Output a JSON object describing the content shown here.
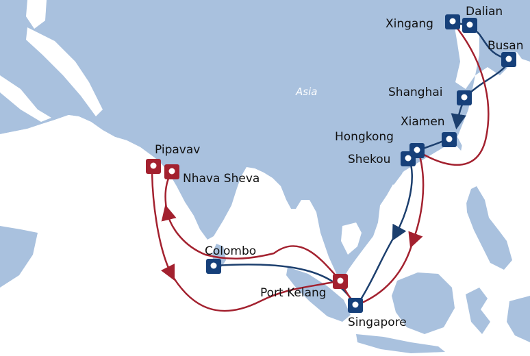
{
  "map": {
    "region_label": "Asia",
    "colors": {
      "sea": "#ffffff",
      "land": "#a9c1de",
      "route_blue": "#1c3f6e",
      "route_red": "#a3212f",
      "port_blue": "#16407a",
      "port_red": "#a3212f"
    },
    "ports": [
      {
        "name": "Xingang",
        "color": "blue"
      },
      {
        "name": "Dalian",
        "color": "blue"
      },
      {
        "name": "Busan",
        "color": "blue"
      },
      {
        "name": "Shanghai",
        "color": "blue"
      },
      {
        "name": "Xiamen",
        "color": "blue"
      },
      {
        "name": "Hongkong",
        "color": "blue"
      },
      {
        "name": "Shekou",
        "color": "blue"
      },
      {
        "name": "Pipavav",
        "color": "red"
      },
      {
        "name": "Nhava Sheva",
        "color": "red"
      },
      {
        "name": "Colombo",
        "color": "blue"
      },
      {
        "name": "Port Kelang",
        "color": "red"
      },
      {
        "name": "Singapore",
        "color": "blue"
      }
    ]
  }
}
